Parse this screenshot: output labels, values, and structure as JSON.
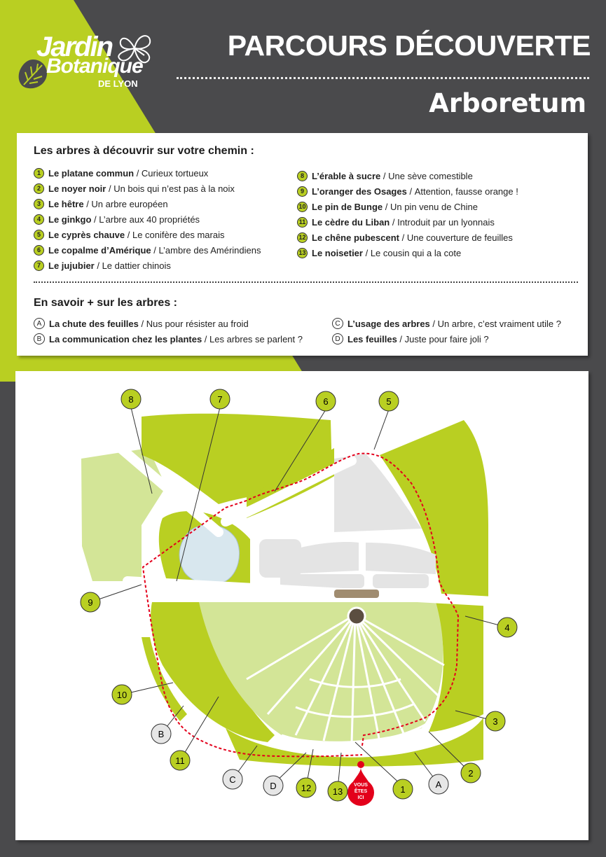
{
  "logo": {
    "line1": "Jardin",
    "line2": "Botanique",
    "line3": "DE LYON"
  },
  "header": {
    "title": "PARCOURS DÉCOUVERTE",
    "subtitle": "Arboretum"
  },
  "colors": {
    "green": "#b9cf22",
    "dark": "#4a4a4c",
    "path": "#e3001b",
    "building": "#e4e4e4",
    "light_green": "#d3e597"
  },
  "trees": {
    "title": "Les arbres à découvrir sur votre chemin :",
    "items": [
      {
        "num": "1",
        "name": "Le platane commun",
        "desc": "Curieux tortueux"
      },
      {
        "num": "2",
        "name": "Le noyer noir",
        "desc": "Un bois qui n’est pas à la noix"
      },
      {
        "num": "3",
        "name": "Le hêtre",
        "desc": "Un arbre européen"
      },
      {
        "num": "4",
        "name": "Le ginkgo",
        "desc": "L’arbre aux 40 propriétés"
      },
      {
        "num": "5",
        "name": "Le cyprès chauve",
        "desc": "Le conifère des marais"
      },
      {
        "num": "6",
        "name": "Le copalme d’Amérique",
        "desc": "L’ambre des Amérindiens"
      },
      {
        "num": "7",
        "name": "Le jujubier",
        "desc": "Le dattier chinois"
      },
      {
        "num": "8",
        "name": "L’érable à sucre",
        "desc": "Une sève comestible"
      },
      {
        "num": "9",
        "name": "L’oranger des Osages",
        "desc": "Attention, fausse orange !"
      },
      {
        "num": "10",
        "name": "Le pin de Bunge",
        "desc": "Un pin venu de Chine"
      },
      {
        "num": "11",
        "name": "Le cèdre du Liban",
        "desc": "Introduit par un lyonnais"
      },
      {
        "num": "12",
        "name": "Le chêne pubescent",
        "desc": "Une couverture de feuilles"
      },
      {
        "num": "13",
        "name": "Le noisetier",
        "desc": "Le cousin qui a la cote"
      }
    ]
  },
  "more": {
    "title": "En savoir + sur les arbres :",
    "items": [
      {
        "letter": "A",
        "name": "La chute des feuilles",
        "desc": "Nus pour résister au froid"
      },
      {
        "letter": "B",
        "name": "La communication chez les plantes",
        "desc": "Les arbres se parlent ?"
      },
      {
        "letter": "C",
        "name": "L’usage des arbres",
        "desc": "Un arbre, c’est vraiment utile ?"
      },
      {
        "letter": "D",
        "name": "Les feuilles",
        "desc": "Juste pour faire joli ?"
      }
    ]
  },
  "map": {
    "you_are_here": [
      "VOUS",
      "ÊTES",
      "ICI"
    ],
    "markers": [
      "8",
      "7",
      "6",
      "5",
      "9",
      "4",
      "10",
      "3",
      "B",
      "2",
      "11",
      "C",
      "D",
      "12",
      "13",
      "1",
      "A"
    ]
  }
}
